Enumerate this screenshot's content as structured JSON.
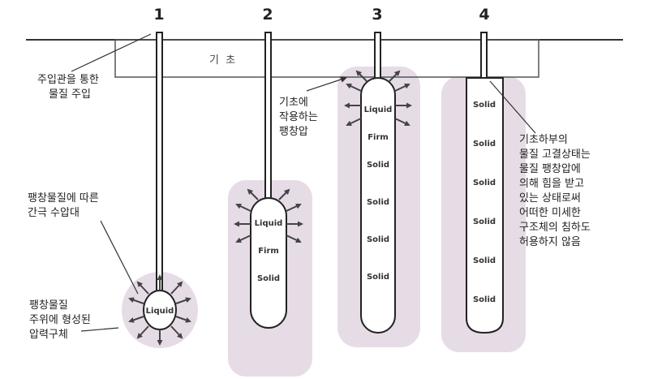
{
  "foundation_label": "기 초",
  "steps": [
    {
      "number": "1",
      "states": [
        "Liquid"
      ]
    },
    {
      "number": "2",
      "states": [
        "Liquid",
        "Firm",
        "Solid"
      ]
    },
    {
      "number": "3",
      "states": [
        "Liquid",
        "Firm",
        "Solid",
        "Solid",
        "Solid",
        "Solid"
      ]
    },
    {
      "number": "4",
      "states": [
        "Solid",
        "Solid",
        "Solid",
        "Solid",
        "Solid",
        "Solid"
      ]
    }
  ],
  "annotations": {
    "injection": [
      "주입관을 통한",
      "물질 주입"
    ],
    "void_zone": [
      "팽창물질에 따른",
      "간극 수압대"
    ],
    "compressed_body": [
      "팽창물질",
      "주위에 형성된",
      "압력구체"
    ],
    "expansion_pressure": [
      "기초에",
      "작용하는",
      "팽창압"
    ],
    "final_state": [
      "기초하부의",
      "물질 고결상태는",
      "물질 팽창압에",
      "의해 힘을 받고",
      "있는 상태로써",
      "어떠한 미세한",
      "구조체의 침하도",
      "허용하지 않음"
    ]
  },
  "colors": {
    "pressure_zone": "#e6dce6",
    "ground_line": "#333333",
    "arrow": "#444444"
  }
}
